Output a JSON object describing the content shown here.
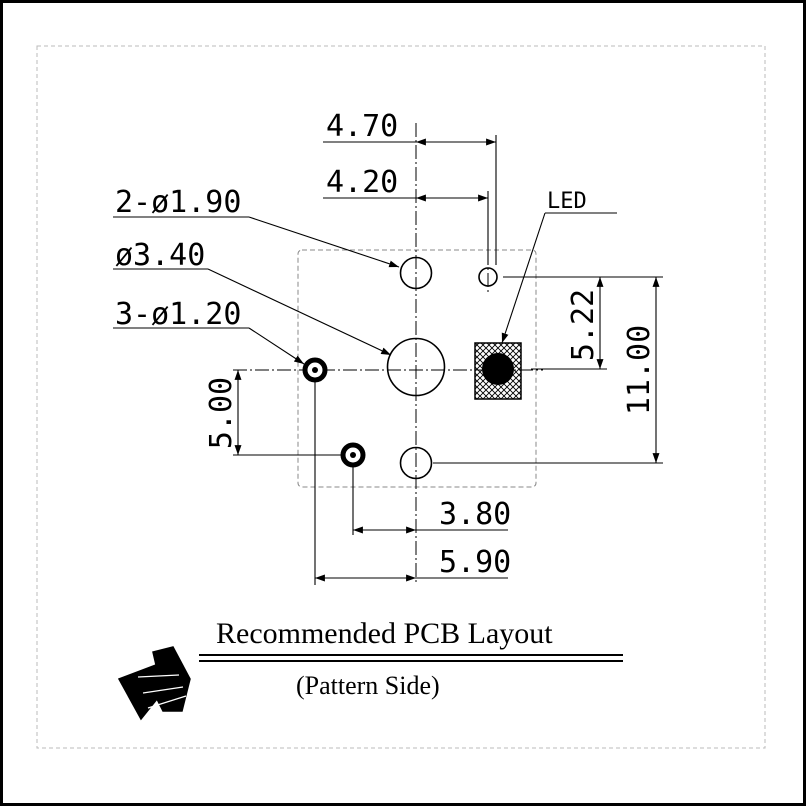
{
  "dimensions": {
    "d470": "4.70",
    "d420": "4.20",
    "d380": "3.80",
    "d590": "5.90",
    "d522": "5.22",
    "d1100": "11.00",
    "d500": "5.00"
  },
  "callouts": {
    "two_holes": "2-ø1.90",
    "center_hole": "ø3.40",
    "three_holes": "3-ø1.20",
    "led": "LED"
  },
  "title": "Recommended PCB Layout",
  "subtitle": "(Pattern Side)",
  "colors": {
    "line": "#000000",
    "outline_dash": "#888888",
    "hatch": "#000000"
  },
  "icons": [
    "direction-arrow-icon"
  ]
}
